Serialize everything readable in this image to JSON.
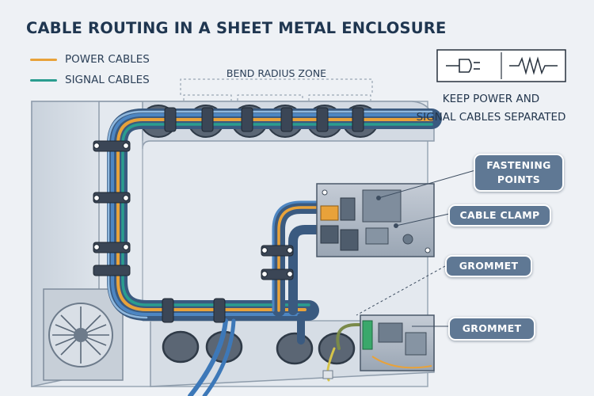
{
  "title": "CABLE ROUTING IN A SHEET METAL ENCLOSURE",
  "legend": [
    {
      "label": "POWER CABLES",
      "color": "#e8a23a"
    },
    {
      "label": "SIGNAL CABLES",
      "color": "#2a9d8f"
    }
  ],
  "zone_label": "BEND RADIUS ZONE",
  "note": {
    "line1": "KEEP POWER AND",
    "line2": "SIGNAL CABLES SEPARATED"
  },
  "icons": {
    "plug": "power-plug-icon",
    "wave": "signal-wave-icon"
  },
  "callouts": {
    "fastening": {
      "line1": "FASTENING",
      "line2": "POINTS"
    },
    "clamp": "CABLE CLAMP",
    "grommet_top": "GROMMET",
    "grommet_bottom": "GROMMET"
  },
  "colors": {
    "accent": "#5f7894",
    "title": "#1f3650",
    "cable_blue": "#3d78b8"
  }
}
